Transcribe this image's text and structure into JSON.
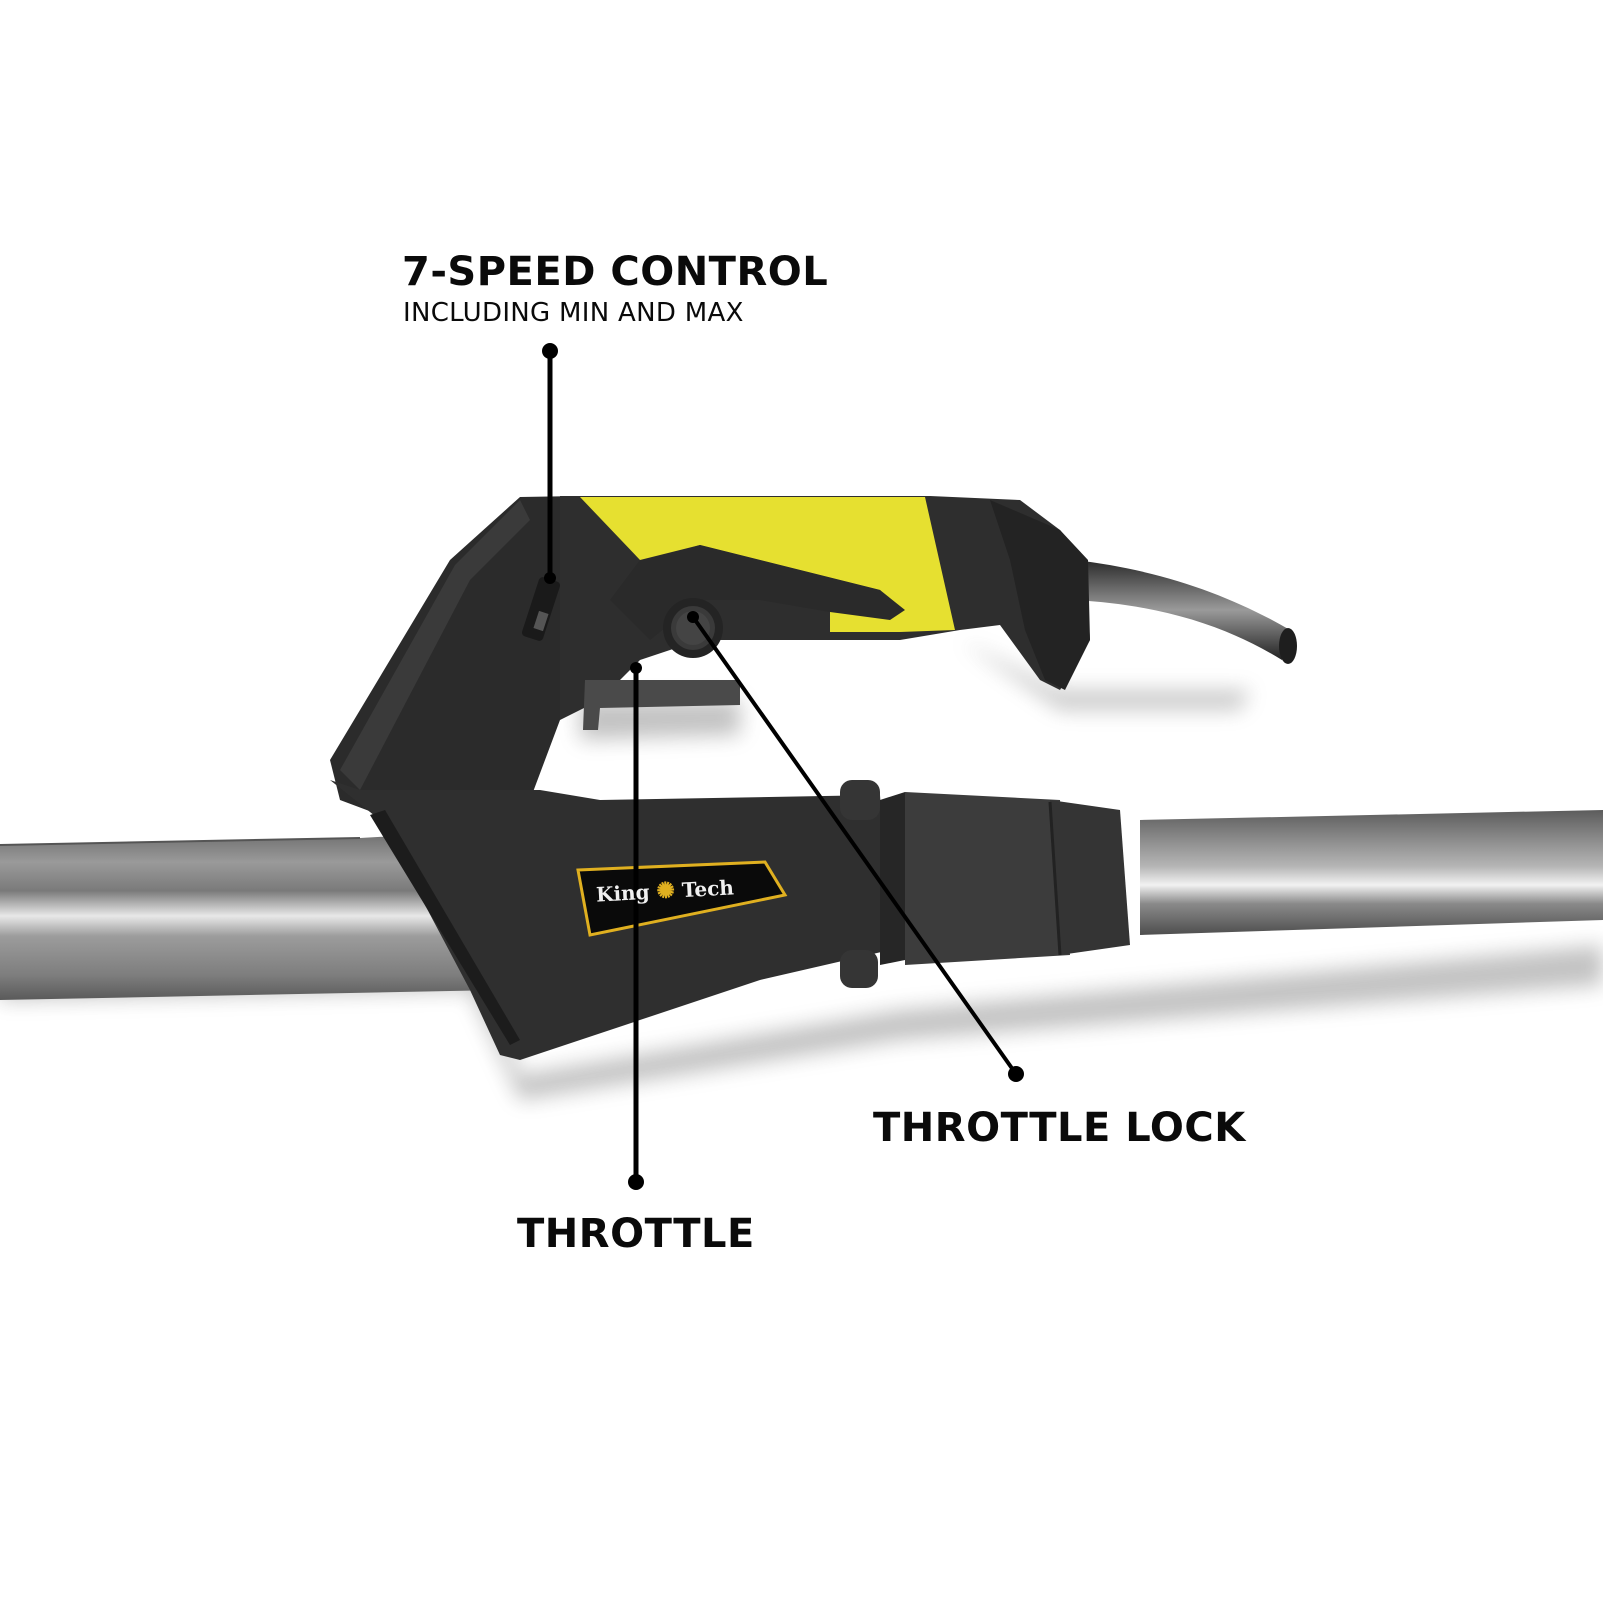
{
  "diagram": {
    "subject": "Pole tool handle with speed control, throttle and throttle lock",
    "colors": {
      "background": "#ffffff",
      "text": "#0a0a0a",
      "leader_line": "#000000",
      "grip_yellow": "#e6e030",
      "body_dark": "#2e2e2e",
      "pole_gray": "#8a8a8a",
      "logo_gold": "#e0b020"
    },
    "brand_logo": {
      "left_text": "King",
      "right_text": "Tech",
      "icon": "lion-icon"
    },
    "callouts": [
      {
        "id": "speed-control",
        "title": "7-SPEED CONTROL",
        "subtitle": "INCLUDING MIN AND MAX",
        "dot": [
          550,
          351
        ],
        "target": [
          550,
          578
        ]
      },
      {
        "id": "throttle-lock",
        "title": "THROTTLE LOCK",
        "dot": [
          1016,
          1074
        ],
        "target": [
          693,
          617
        ]
      },
      {
        "id": "throttle",
        "title": "THROTTLE",
        "dot": [
          636,
          1182
        ],
        "target": [
          636,
          668
        ]
      }
    ]
  }
}
